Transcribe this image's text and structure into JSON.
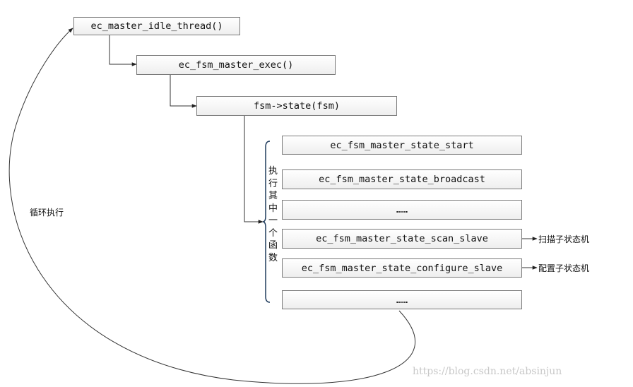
{
  "boxes": {
    "idle_thread": "ec_master_idle_thread()",
    "fsm_exec": "ec_fsm_master_exec()",
    "fsm_state": "fsm->state(fsm)",
    "state_start": "ec_fsm_master_state_start",
    "state_broadcast": "ec_fsm_master_state_broadcast",
    "ellipsis_1": "……",
    "state_scan_slave": "ec_fsm_master_state_scan_slave",
    "state_configure_slave": "ec_fsm_master_state_configure_slave",
    "ellipsis_2": "……"
  },
  "labels": {
    "loop": "循环执行",
    "execute_one_chars": [
      "执",
      "行",
      "其",
      "中",
      "一",
      "个",
      "函",
      "数"
    ],
    "scan_sub_fsm": "扫描子状态机",
    "config_sub_fsm": "配置子状态机"
  },
  "watermark": "https://blog.csdn.net/absinjun"
}
